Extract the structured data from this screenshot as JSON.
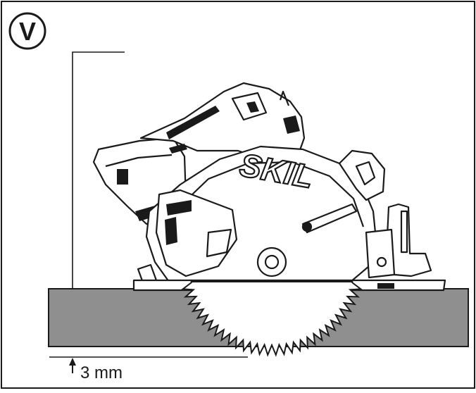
{
  "figure": {
    "step_label": "V",
    "brand_text": "SKIL",
    "depth_label": "3 mm"
  },
  "colors": {
    "line": "#1a1a1a",
    "workpiece": "#8f8f8f",
    "blade": "#ffffff",
    "background": "#ffffff"
  }
}
